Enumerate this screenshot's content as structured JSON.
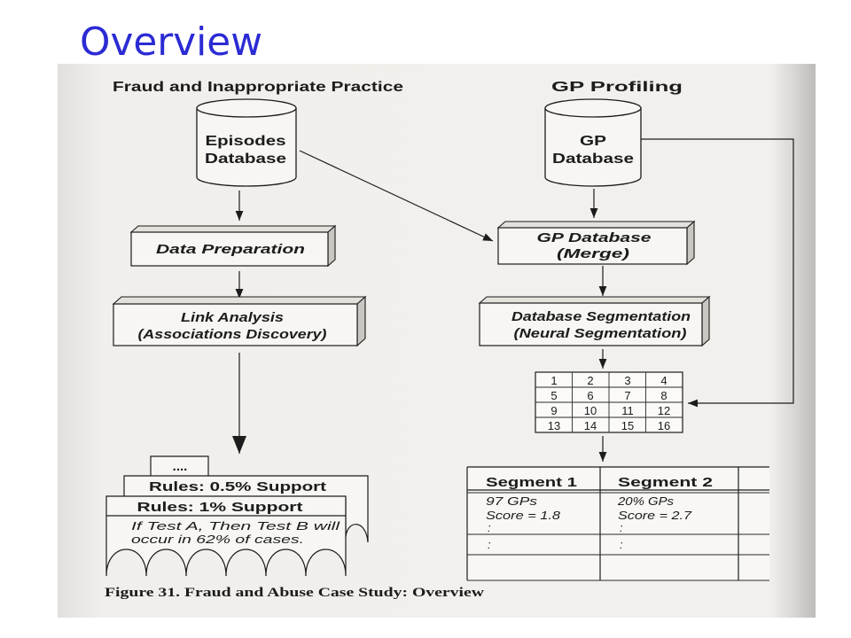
{
  "slide": {
    "title": "Overview"
  },
  "figure": {
    "left_heading": "Fraud and Inappropriate Practice",
    "right_heading": "GP Profiling",
    "episodes_database": {
      "line1": "Episodes",
      "line2": "Database"
    },
    "gp_database": {
      "line1": "GP",
      "line2": "Database"
    },
    "data_preparation": "Data Preparation",
    "link_analysis": {
      "line1": "Link Analysis",
      "line2": "(Associations Discovery)"
    },
    "gp_database_merge": {
      "line1": "GP Database",
      "line2": "(Merge)"
    },
    "database_segmentation": {
      "line1": "Database Segmentation",
      "line2": "(Neural Segmentation)"
    },
    "segment_grid": [
      [
        "1",
        "2",
        "3",
        "4"
      ],
      [
        "5",
        "6",
        "7",
        "8"
      ],
      [
        "9",
        "10",
        "11",
        "12"
      ],
      [
        "13",
        "14",
        "15",
        "16"
      ]
    ],
    "segments_table": {
      "headers": [
        "Segment 1",
        "Segment 2"
      ],
      "rows": [
        [
          "97 GPs",
          "20% GPs"
        ],
        [
          "Score = 1.8",
          "Score = 2.7"
        ],
        [
          ":",
          ":"
        ],
        [
          ":",
          ":"
        ]
      ]
    },
    "rules": {
      "back_page": "....",
      "middle_page": "Rules: 0.5% Support",
      "front_page": "Rules: 1% Support",
      "body_line1": "If Test A, Then Test B will",
      "body_line2": "occur in 62% of cases."
    },
    "caption": "Figure 31. Fraud and Abuse Case Study: Overview"
  },
  "colors": {
    "title": "#2b2bd4",
    "paper": "#f2f0ec",
    "ink": "#1c1c1c"
  }
}
